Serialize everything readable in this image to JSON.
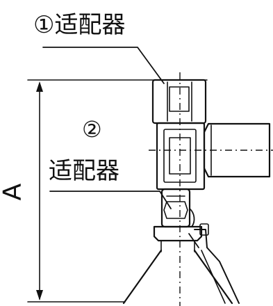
{
  "labels": {
    "part1": "①适配器",
    "part2_number": "②",
    "part2_name": "适配器",
    "dimension": "A"
  },
  "colors": {
    "line": "#111111",
    "background": "#ffffff"
  }
}
